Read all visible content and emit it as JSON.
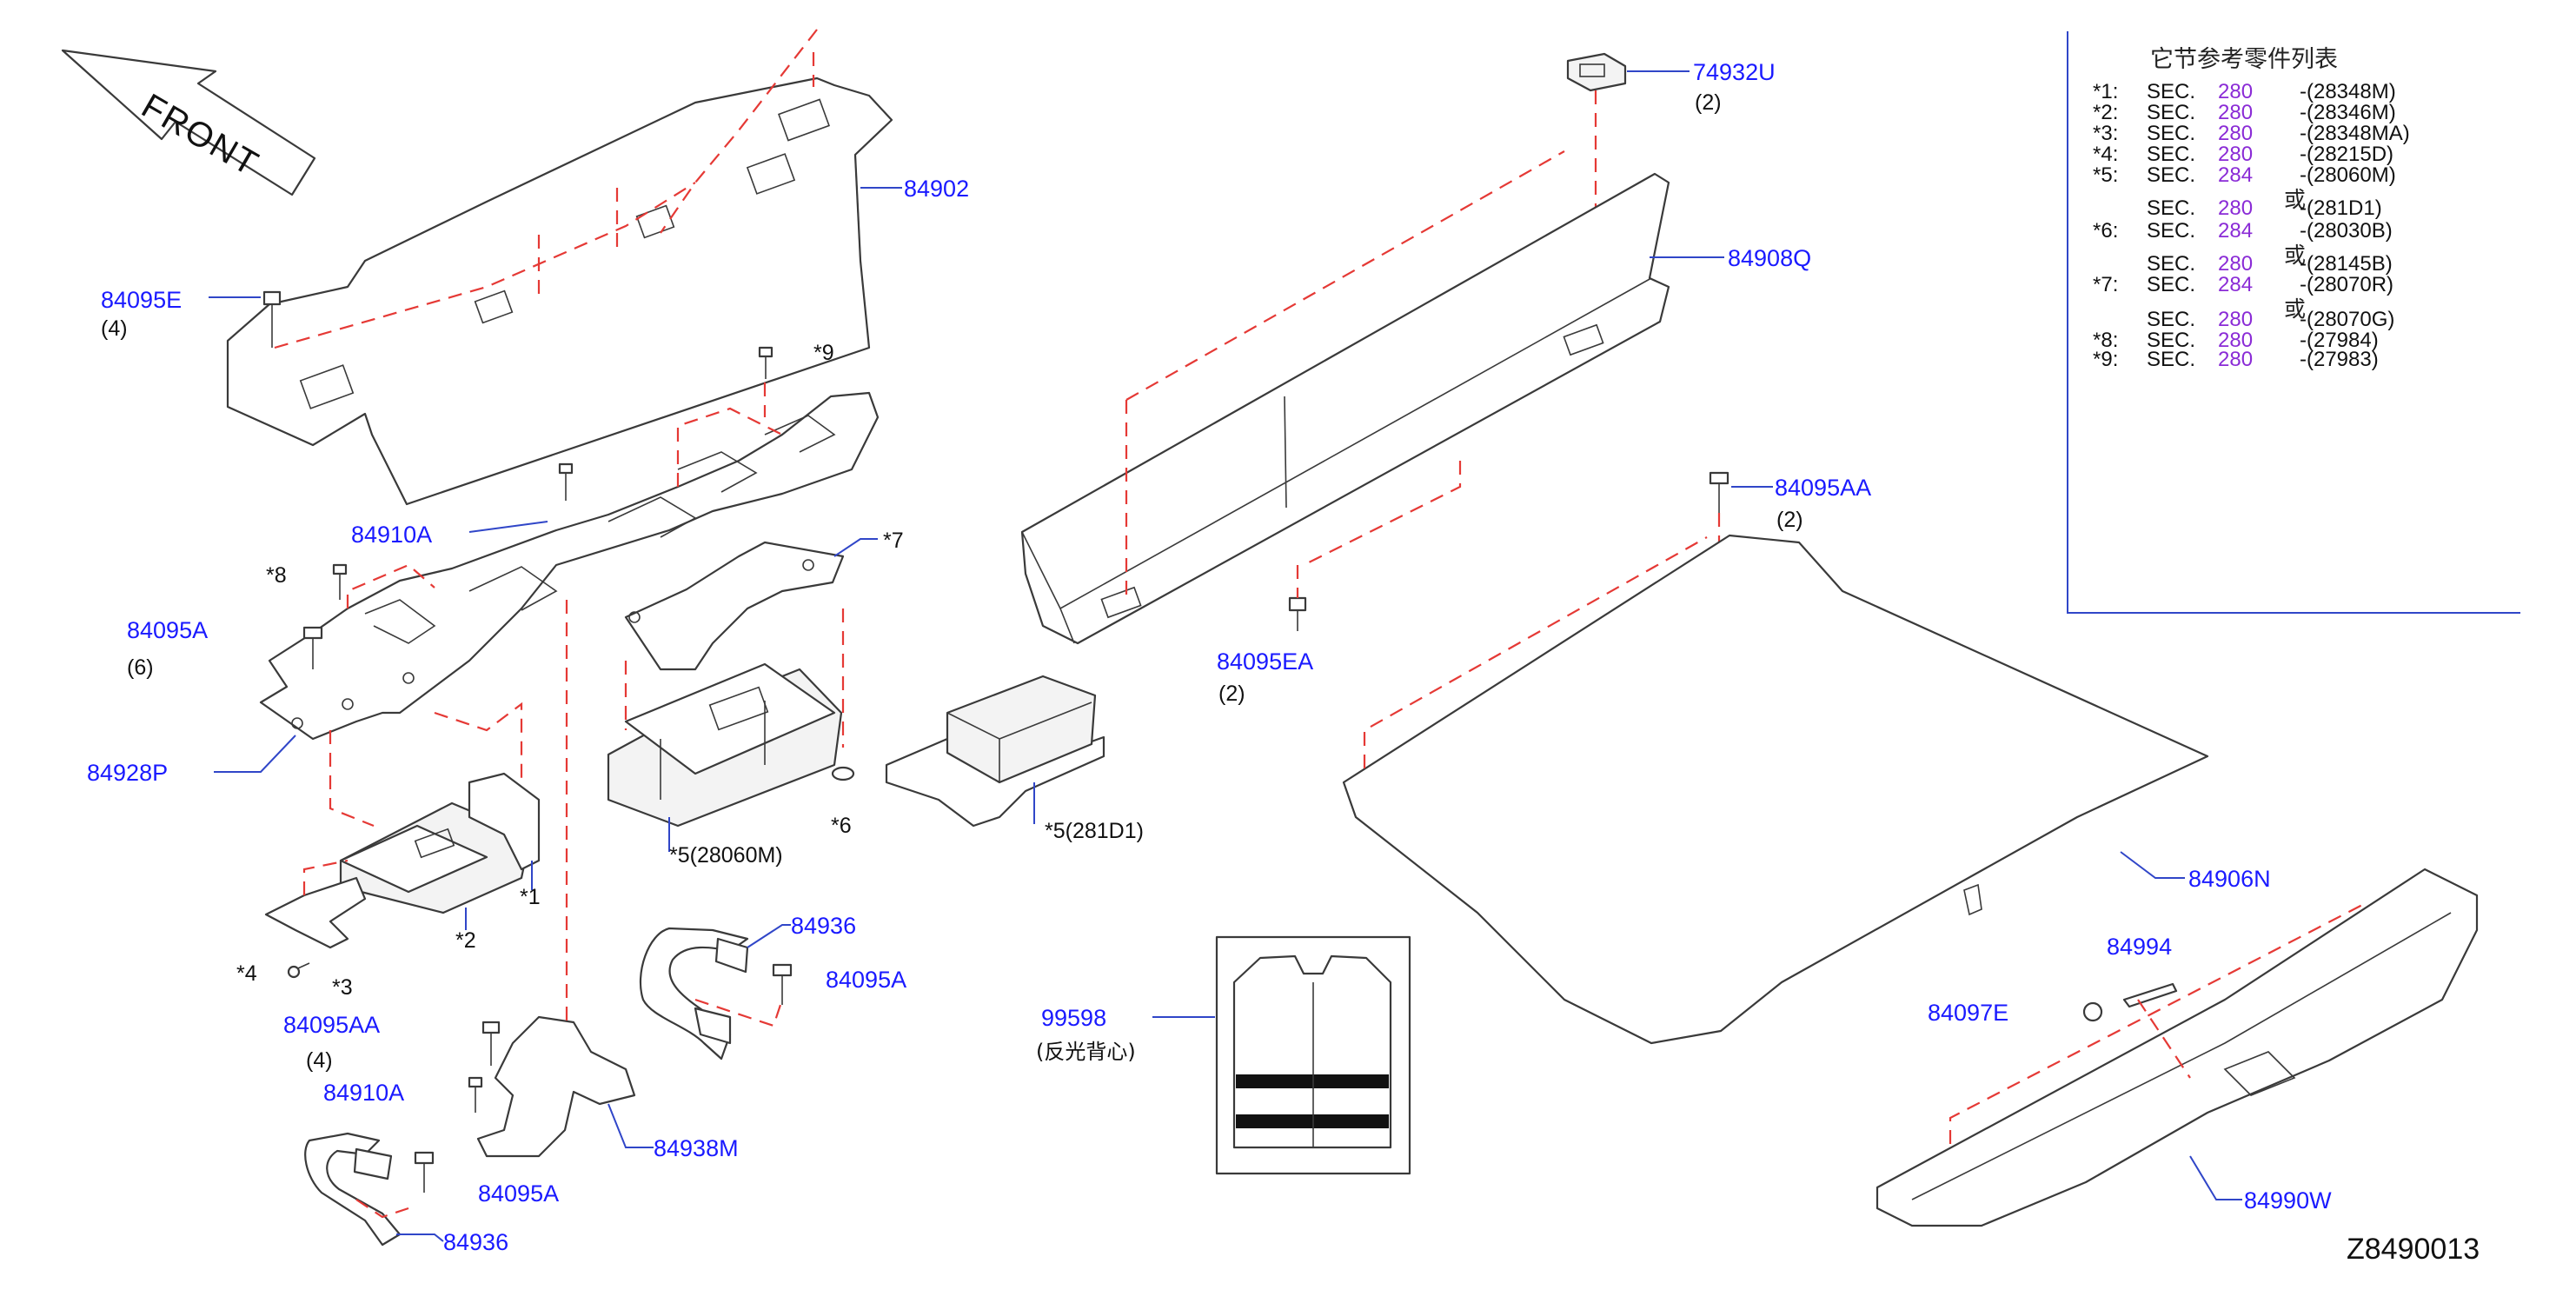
{
  "front_arrow": {
    "text": "FRONT"
  },
  "labels": {
    "p84902": "84902",
    "p84095E": "84095E",
    "p84095E_qty": "(4)",
    "p84910A_top": "84910A",
    "star9": "*9",
    "star8": "*8",
    "p84095A_left": "84095A",
    "p84095A_left_qty": "(6)",
    "p84928P": "84928P",
    "star7": "*7",
    "star1": "*1",
    "star2": "*2",
    "star3": "*3",
    "star4": "*4",
    "star6": "*6",
    "star5a": "*5(28060M)",
    "star5b": "*5(281D1)",
    "p84936_top": "84936",
    "p84095A_mid": "84095A",
    "p84095AA_left": "84095AA",
    "p84095AA_left_qty": "(4)",
    "p84910A_bottom": "84910A",
    "p84938M": "84938M",
    "p84095A_bottom": "84095A",
    "p84936_bottom": "84936",
    "p74932U": "74932U",
    "p74932U_qty": "(2)",
    "p84908Q": "84908Q",
    "p84095EA": "84095EA",
    "p84095EA_qty": "(2)",
    "p84095AA_right": "84095AA",
    "p84095AA_right_qty": "(2)",
    "p84906N": "84906N",
    "p99598": "99598",
    "p99598_desc": "(反光背心)",
    "p84994": "84994",
    "p84097E": "84097E",
    "p84990W": "84990W",
    "diagram_id": "Z8490013"
  },
  "ref_table": {
    "title": "它节参考零件列表",
    "rows": [
      {
        "mark": "*1:",
        "sec": "SEC.",
        "num": "280",
        "code": "-(28348M)"
      },
      {
        "mark": "*2:",
        "sec": "SEC.",
        "num": "280",
        "code": "-(28346M)"
      },
      {
        "mark": "*3:",
        "sec": "SEC.",
        "num": "280",
        "code": "-(28348MA)"
      },
      {
        "mark": "*4:",
        "sec": "SEC.",
        "num": "280",
        "code": "-(28215D)"
      },
      {
        "mark": "*5:",
        "sec": "SEC.",
        "num": "284",
        "code": "-(28060M)"
      },
      {
        "or": "或"
      },
      {
        "mark": "",
        "sec": "SEC.",
        "num": "280",
        "code": "-(281D1)"
      },
      {
        "mark": "*6:",
        "sec": "SEC.",
        "num": "284",
        "code": "-(28030B)"
      },
      {
        "or": "或"
      },
      {
        "mark": "",
        "sec": "SEC.",
        "num": "280",
        "code": "-(28145B)"
      },
      {
        "mark": "*7:",
        "sec": "SEC.",
        "num": "284",
        "code": "-(28070R)"
      },
      {
        "or": "或"
      },
      {
        "mark": "",
        "sec": "SEC.",
        "num": "280",
        "code": "-(28070G)"
      },
      {
        "mark": "*8:",
        "sec": "SEC.",
        "num": "280",
        "code": "-(27984)"
      },
      {
        "mark": "*9:",
        "sec": "SEC.",
        "num": "280",
        "code": "-(27983)"
      }
    ]
  },
  "colors": {
    "label_blue": "#1a1aff",
    "dash_red": "#e53935",
    "section_purple": "#8a2bd6",
    "leader_blue": "#3046c8"
  }
}
